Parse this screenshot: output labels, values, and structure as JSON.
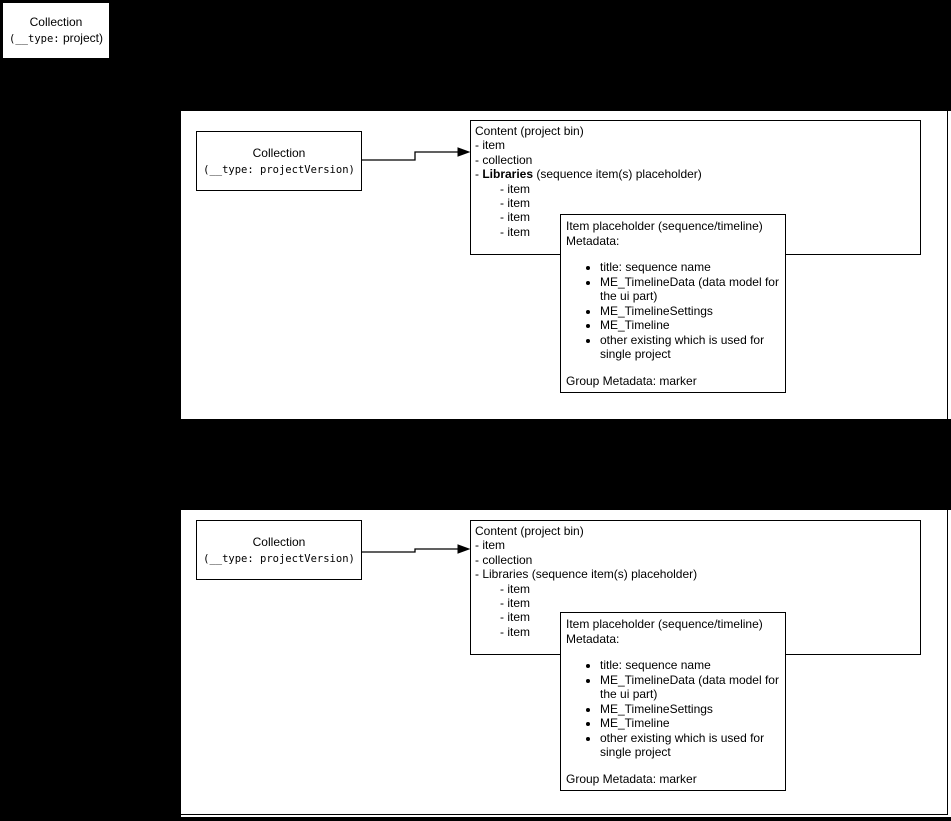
{
  "colors": {
    "background": "#000000",
    "panel_fill": "#ffffff",
    "stroke": "#000000",
    "text": "#000000"
  },
  "root_box": {
    "title": "Collection",
    "type_prefix": "(__type:",
    "type_value": " project)"
  },
  "panels": [
    {
      "collection_box": {
        "title": "Collection",
        "type_prefix": "(__type:",
        "type_value": " projectVersion)"
      },
      "content_box": {
        "title": "Content (project bin)",
        "line_item": "- item",
        "line_collection": "- collection",
        "libraries_dash": "- ",
        "libraries_label": "Libraries",
        "libraries_class": "lib-bold",
        "libraries_suffix": " (sequence item(s) placeholder)",
        "sub_items": [
          "- item",
          "- item",
          "- item",
          "- item"
        ]
      },
      "item_box": {
        "title": "Item placeholder (sequence/timeline)",
        "subtitle": "Metadata:",
        "bullets": [
          "title: sequence name",
          "ME_TimelineData (data model for the ui part)",
          "ME_TimelineSettings",
          "ME_Timeline",
          "other existing which is used for single project"
        ],
        "footer": "Group Metadata: marker"
      }
    },
    {
      "collection_box": {
        "title": "Collection",
        "type_prefix": "(__type:",
        "type_value": " projectVersion)"
      },
      "content_box": {
        "title": "Content (project bin)",
        "line_item": "- item",
        "line_collection": "- collection",
        "libraries_dash": "- ",
        "libraries_label": "Libraries",
        "libraries_class": "lib-normal",
        "libraries_suffix": " (sequence item(s) placeholder)",
        "sub_items": [
          "- item",
          "- item",
          "- item",
          "- item"
        ]
      },
      "item_box": {
        "title": "Item placeholder (sequence/timeline)",
        "subtitle": "Metadata:",
        "bullets": [
          "title: sequence name",
          "ME_TimelineData (data model for the ui part)",
          "ME_TimelineSettings",
          "ME_Timeline",
          "other existing which is used for single project"
        ],
        "footer": "Group Metadata: marker"
      }
    }
  ]
}
